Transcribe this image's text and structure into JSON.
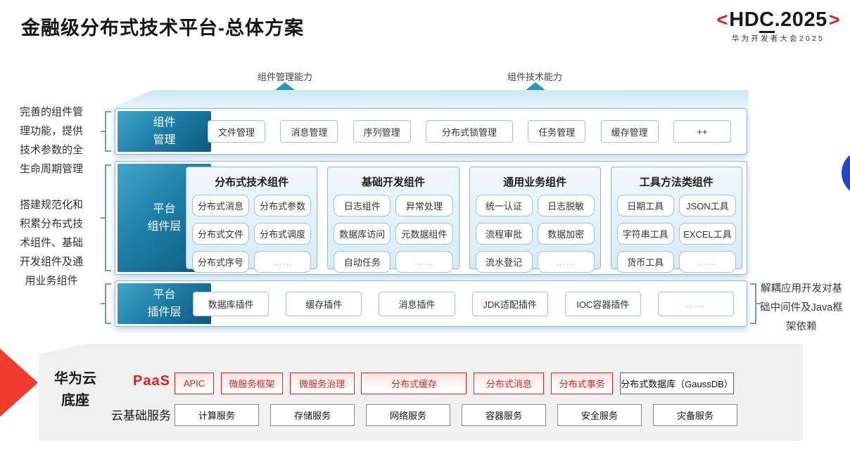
{
  "title": "金融级分布式技术平台-总体方案",
  "logo": {
    "bracket_left": "<",
    "part1": "HD",
    "c_char": "C",
    "part2": ".2025",
    "bracket_right": ">",
    "subtitle": "华为开发者大会2025"
  },
  "arrows": {
    "left_label": "组件管理能力",
    "right_label": "组件技术能力"
  },
  "annotations": {
    "left_top": "完善的组件管理功能，提供技术参数的全生命周期管理",
    "left_bottom": "搭建规范化和积累分布式技术组件、基础开发组件及通用业务组件",
    "right": "解耦应用开发对基础中间件及Java框架依赖"
  },
  "rows": {
    "component_mgmt": {
      "label_lines": [
        "组件",
        "管理"
      ],
      "items": [
        "文件管理",
        "消息管理",
        "序列管理",
        "分布式锁管理",
        "任务管理",
        "缓存管理",
        "++"
      ]
    },
    "platform_components": {
      "label_lines": [
        "平台",
        "组件层"
      ],
      "columns": [
        {
          "title": "分布式技术组件",
          "items": [
            "分布式消息",
            "分布式参数",
            "分布式文件",
            "分布式调度",
            "分布式序号",
            "……"
          ]
        },
        {
          "title": "基础开发组件",
          "items": [
            "日志组件",
            "异常处理",
            "数据库访问",
            "元数据组件",
            "自动任务",
            "……"
          ]
        },
        {
          "title": "通用业务组件",
          "items": [
            "统一认证",
            "日志脱敏",
            "流程审批",
            "数据加密",
            "流水登记",
            "……"
          ]
        },
        {
          "title": "工具方法类组件",
          "items": [
            "日期工具",
            "JSON工具",
            "字符串工具",
            "EXCEL工具",
            "货币工具",
            "……"
          ]
        }
      ]
    },
    "platform_plugins": {
      "label_lines": [
        "平台",
        "插件层"
      ],
      "items": [
        "数据库插件",
        "缓存插件",
        "消息插件",
        "JDK适配插件",
        "IOC容器插件",
        "……"
      ]
    }
  },
  "foundation": {
    "label_lines": [
      "华为云",
      "底座"
    ],
    "paas": {
      "label": "PaaS",
      "items": [
        "APIC",
        "微服务框架",
        "微服务治理",
        "分布式缓存",
        "分布式消息",
        "分布式事务"
      ],
      "db_item": "分布式数据库（GaussDB）"
    },
    "iaas": {
      "label": "云基础服务",
      "items": [
        "计算服务",
        "存储服务",
        "网络服务",
        "容器服务",
        "安全服务",
        "灾备服务"
      ]
    }
  },
  "colors": {
    "accent_teal": "#1f7fa8",
    "accent_red": "#d8231f",
    "wedge_red": "#ee3b2e",
    "circle_blue": "#2545c8",
    "box_border_blue": "#9dc3e2",
    "panel_gray": "#f0f0f0"
  }
}
